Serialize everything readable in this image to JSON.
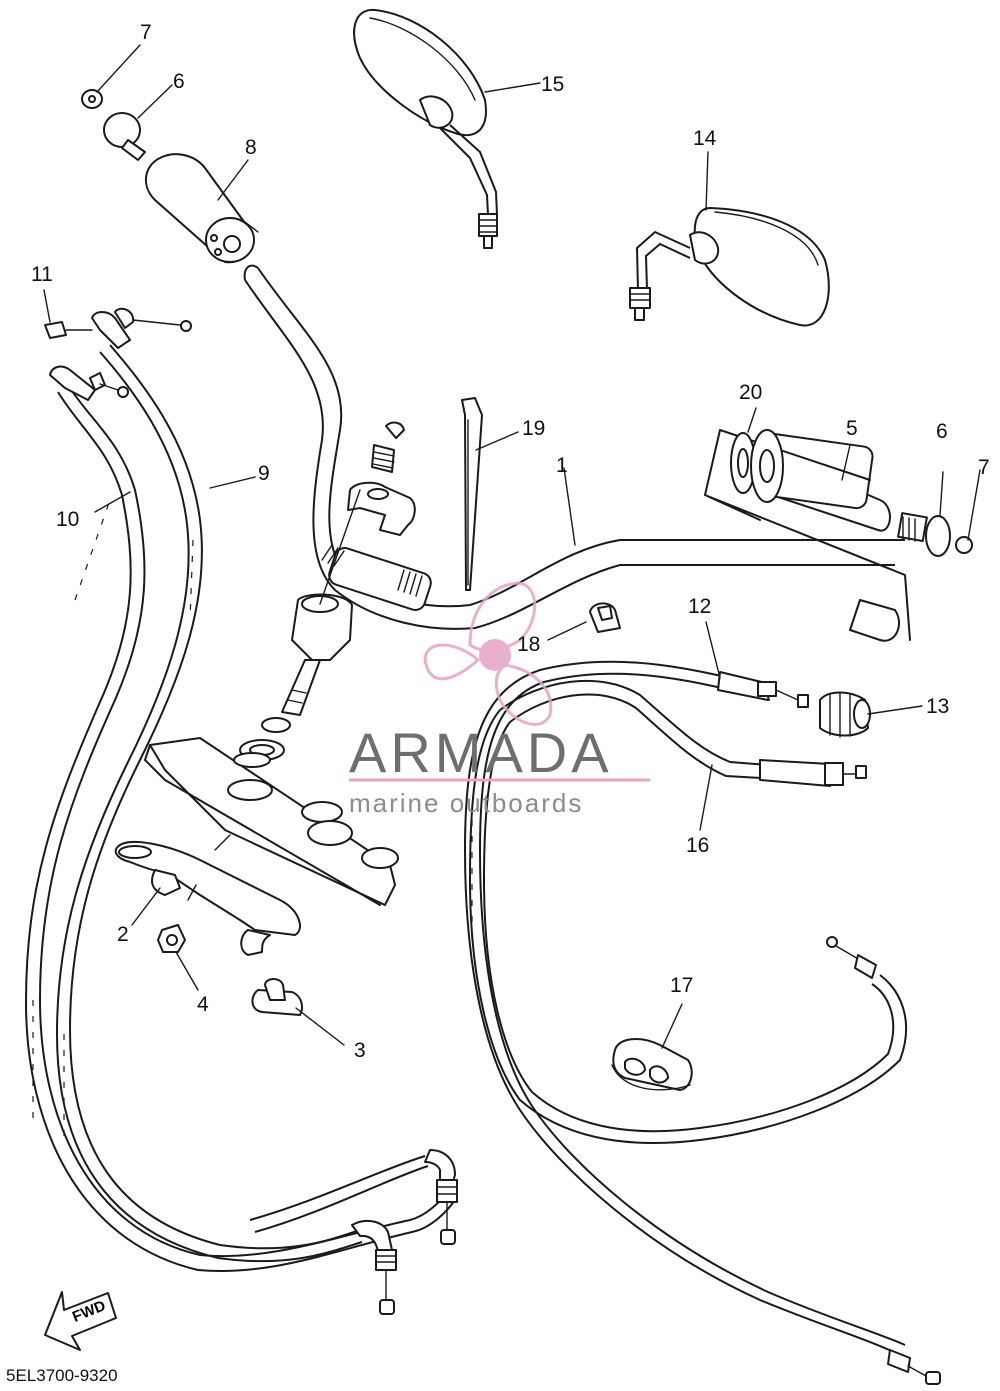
{
  "watermark": {
    "brand": "ARMADA",
    "tagline": "marine outboards",
    "accent_color": "#e6a3c6"
  },
  "callouts": {
    "c1": "1",
    "c2": "2",
    "c3": "3",
    "c4": "4",
    "c5": "5",
    "c6_left": "6",
    "c6_right": "6",
    "c7_left": "7",
    "c7_right": "7",
    "c8": "8",
    "c9": "9",
    "c10": "10",
    "c11": "11",
    "c12": "12",
    "c13": "13",
    "c14": "14",
    "c15": "15",
    "c16": "16",
    "c17": "17",
    "c18": "18",
    "c19": "19",
    "c20": "20"
  },
  "fwd_label": "FWD",
  "diagram_code": "5EL3700-9320"
}
